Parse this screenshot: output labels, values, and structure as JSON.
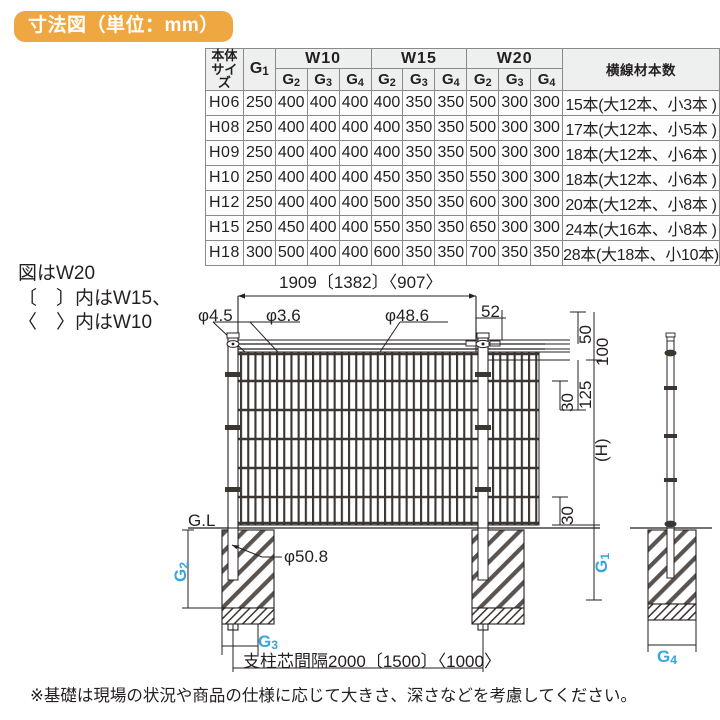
{
  "title": {
    "badge": "寸法図（単位：mm）"
  },
  "table": {
    "header": {
      "size": "本体\nサイズ",
      "size_line1": "本体",
      "size_line2": "サイズ",
      "g1": "G1",
      "widths": [
        "W10",
        "W15",
        "W20"
      ],
      "sub_cols": [
        "G2",
        "G3",
        "G4"
      ],
      "count": "横線材本数"
    },
    "rows": [
      {
        "size": "H06",
        "g1": "250",
        "w10": [
          "400",
          "400",
          "400"
        ],
        "w15": [
          "400",
          "350",
          "350"
        ],
        "w20": [
          "500",
          "300",
          "300"
        ],
        "count": "15本(大12本、小3本 )"
      },
      {
        "size": "H08",
        "g1": "250",
        "w10": [
          "400",
          "400",
          "400"
        ],
        "w15": [
          "400",
          "350",
          "350"
        ],
        "w20": [
          "500",
          "300",
          "300"
        ],
        "count": "17本(大12本、小5本 )"
      },
      {
        "size": "H09",
        "g1": "250",
        "w10": [
          "400",
          "400",
          "400"
        ],
        "w15": [
          "400",
          "350",
          "350"
        ],
        "w20": [
          "500",
          "300",
          "300"
        ],
        "count": "18本(大12本、小6本 )"
      },
      {
        "size": "H10",
        "g1": "250",
        "w10": [
          "400",
          "400",
          "400"
        ],
        "w15": [
          "450",
          "350",
          "350"
        ],
        "w20": [
          "550",
          "300",
          "300"
        ],
        "count": "18本(大12本、小6本 )"
      },
      {
        "size": "H12",
        "g1": "250",
        "w10": [
          "400",
          "400",
          "400"
        ],
        "w15": [
          "500",
          "350",
          "350"
        ],
        "w20": [
          "600",
          "300",
          "300"
        ],
        "count": "20本(大12本、小8本 )"
      },
      {
        "size": "H15",
        "g1": "250",
        "w10": [
          "450",
          "400",
          "400"
        ],
        "w15": [
          "550",
          "350",
          "350"
        ],
        "w20": [
          "650",
          "300",
          "300"
        ],
        "count": "24本(大16本、小8本 )"
      },
      {
        "size": "H18",
        "g1": "300",
        "w10": [
          "500",
          "400",
          "400"
        ],
        "w15": [
          "600",
          "350",
          "350"
        ],
        "w20": [
          "700",
          "350",
          "350"
        ],
        "count": "28本(大18本、小10本)"
      }
    ]
  },
  "legend": {
    "line1": "図はW20",
    "line2": "〔　〕内はW15、",
    "line3": "〈　〉内はW10"
  },
  "drawing": {
    "top_width": "1909〔1382〕〈907〉",
    "dia_4_5": "φ4.5",
    "dia_3_6": "φ3.6",
    "dia_48_6": "φ48.6",
    "dim_52": "52",
    "dim_50": "50",
    "dim_100": "100",
    "dim_125": "125",
    "dim_30_upper": "30",
    "dim_H": "(H)",
    "dim_30_lower": "30",
    "label_g1": "G1",
    "label_gl": "G.L",
    "dia_50_8": "φ50.8",
    "label_g2": "G2",
    "label_g3": "G3",
    "label_g4": "G4",
    "post_spacing": "支柱芯間隔2000〔1500〕〈1000〉"
  },
  "footer": {
    "note": "※基礎は現場の状況や商品の仕様に応じて大きさ、深さなどを考慮してください。"
  },
  "colors": {
    "badge": "#efa741",
    "blue_label": "#36a6dd",
    "line": "#231f20"
  }
}
